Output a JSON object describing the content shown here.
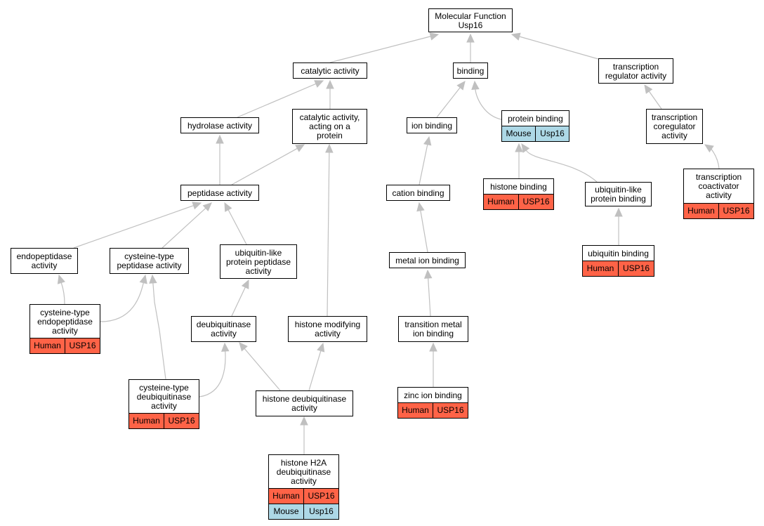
{
  "colors": {
    "edge": "#c0c0c0",
    "human": "#ff6347",
    "mouse": "#add8e6"
  },
  "nodes": {
    "mf": {
      "label": "Molecular Function\nUsp16"
    },
    "catalytic": {
      "label": "catalytic activity"
    },
    "binding": {
      "label": "binding"
    },
    "tra": {
      "label": "transcription\nregulator activity"
    },
    "hydrolase": {
      "label": "hydrolase activity"
    },
    "cap": {
      "label": "catalytic activity,\nacting on a\nprotein"
    },
    "ionb": {
      "label": "ion binding"
    },
    "protb": {
      "label": "protein binding",
      "annotations": [
        [
          "Mouse",
          "Usp16"
        ]
      ]
    },
    "tcra": {
      "label": "transcription\ncoregulator\nactivity"
    },
    "pept": {
      "label": "peptidase activity"
    },
    "catb": {
      "label": "cation binding"
    },
    "histb": {
      "label": "histone binding",
      "annotations": [
        [
          "Human",
          "USP16"
        ]
      ]
    },
    "ublpb": {
      "label": "ubiquitin-like\nprotein binding"
    },
    "tcoa": {
      "label": "transcription\ncoactivator\nactivity",
      "annotations": [
        [
          "Human",
          "USP16"
        ]
      ]
    },
    "endop": {
      "label": "endopeptidase\nactivity"
    },
    "cyspep": {
      "label": "cysteine-type\npeptidase activity"
    },
    "ublpp": {
      "label": "ubiquitin-like\nprotein peptidase\nactivity"
    },
    "metalb": {
      "label": "metal ion binding"
    },
    "ubib": {
      "label": "ubiquitin binding",
      "annotations": [
        [
          "Human",
          "USP16"
        ]
      ]
    },
    "cysendo": {
      "label": "cysteine-type\nendopeptidase\nactivity",
      "annotations": [
        [
          "Human",
          "USP16"
        ]
      ]
    },
    "deubi": {
      "label": "deubiquitinase\nactivity"
    },
    "histmod": {
      "label": "histone modifying\nactivity"
    },
    "transmet": {
      "label": "transition metal\nion binding"
    },
    "cysdeubi": {
      "label": "cysteine-type\ndeubiquitinase\nactivity",
      "annotations": [
        [
          "Human",
          "USP16"
        ]
      ]
    },
    "histdeubi": {
      "label": "histone deubiquitinase\nactivity"
    },
    "zinc": {
      "label": "zinc ion binding",
      "annotations": [
        [
          "Human",
          "USP16"
        ]
      ]
    },
    "h2a": {
      "label": "histone H2A\ndeubiquitinase\nactivity",
      "annotations": [
        [
          "Human",
          "USP16"
        ],
        [
          "Mouse",
          "Usp16"
        ]
      ]
    }
  }
}
